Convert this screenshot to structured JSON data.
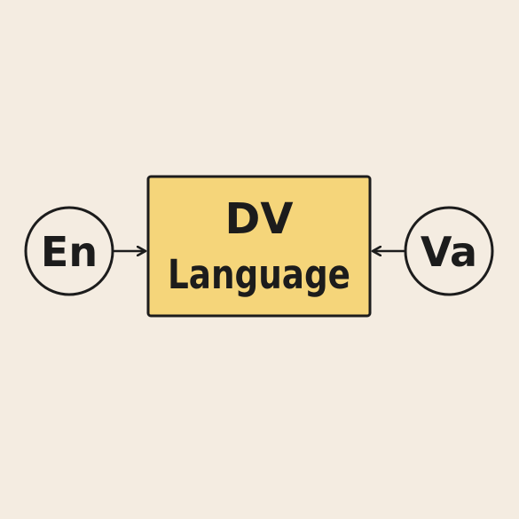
{
  "colors": {
    "background": "#f4ece1",
    "box_fill": "#f5d57a",
    "stroke": "#1c1c1c",
    "text": "#1c1c1c"
  },
  "diagram": {
    "center_box": {
      "line1": "DV",
      "line2": "Language"
    },
    "left_node": {
      "label": "En"
    },
    "right_node": {
      "label": "Va"
    }
  }
}
